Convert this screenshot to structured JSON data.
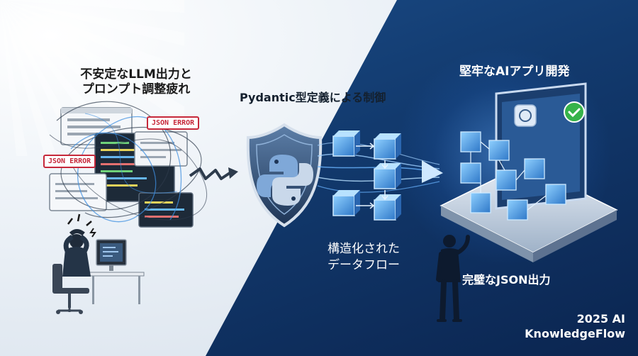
{
  "problem": {
    "line1": "不安定なLLM出力と",
    "line2": "プロンプト調整疲れ",
    "error_tag_1": "JSON ERROR",
    "error_tag_2": "JSON ERROR"
  },
  "pydantic": {
    "label": "Pydantic型定義による制御"
  },
  "flow": {
    "line1": "構造化された",
    "line2": "データフロー"
  },
  "result": {
    "title": "堅牢なAIアプリ開発",
    "json_label": "完璧なJSON出力"
  },
  "brand": {
    "line1": "2025 AI",
    "line2": "KnowledgeFlow"
  },
  "colors": {
    "dark_navy": "#0b2550",
    "accent_blue": "#3d8fe0",
    "error_red": "#c6283a",
    "success_green": "#36b34a"
  }
}
